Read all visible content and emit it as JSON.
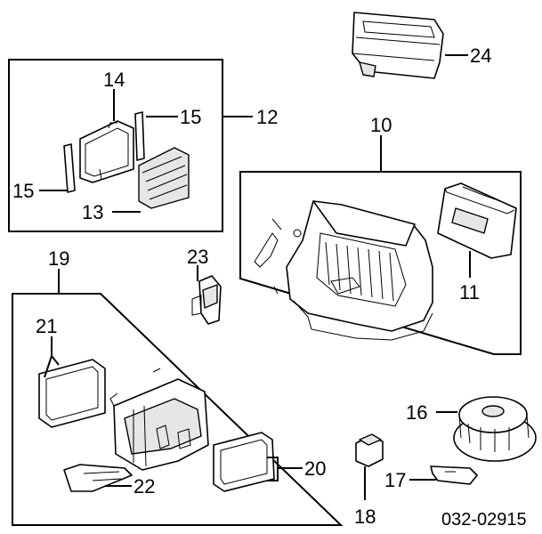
{
  "diagram": {
    "part_number": "032-02915",
    "callouts": {
      "c10": "10",
      "c11": "11",
      "c12": "12",
      "c13": "13",
      "c14": "14",
      "c15a": "15",
      "c15b": "15",
      "c16": "16",
      "c17": "17",
      "c18": "18",
      "c19": "19",
      "c20": "20",
      "c21": "21",
      "c22": "22",
      "c23": "23",
      "c24": "24"
    }
  }
}
